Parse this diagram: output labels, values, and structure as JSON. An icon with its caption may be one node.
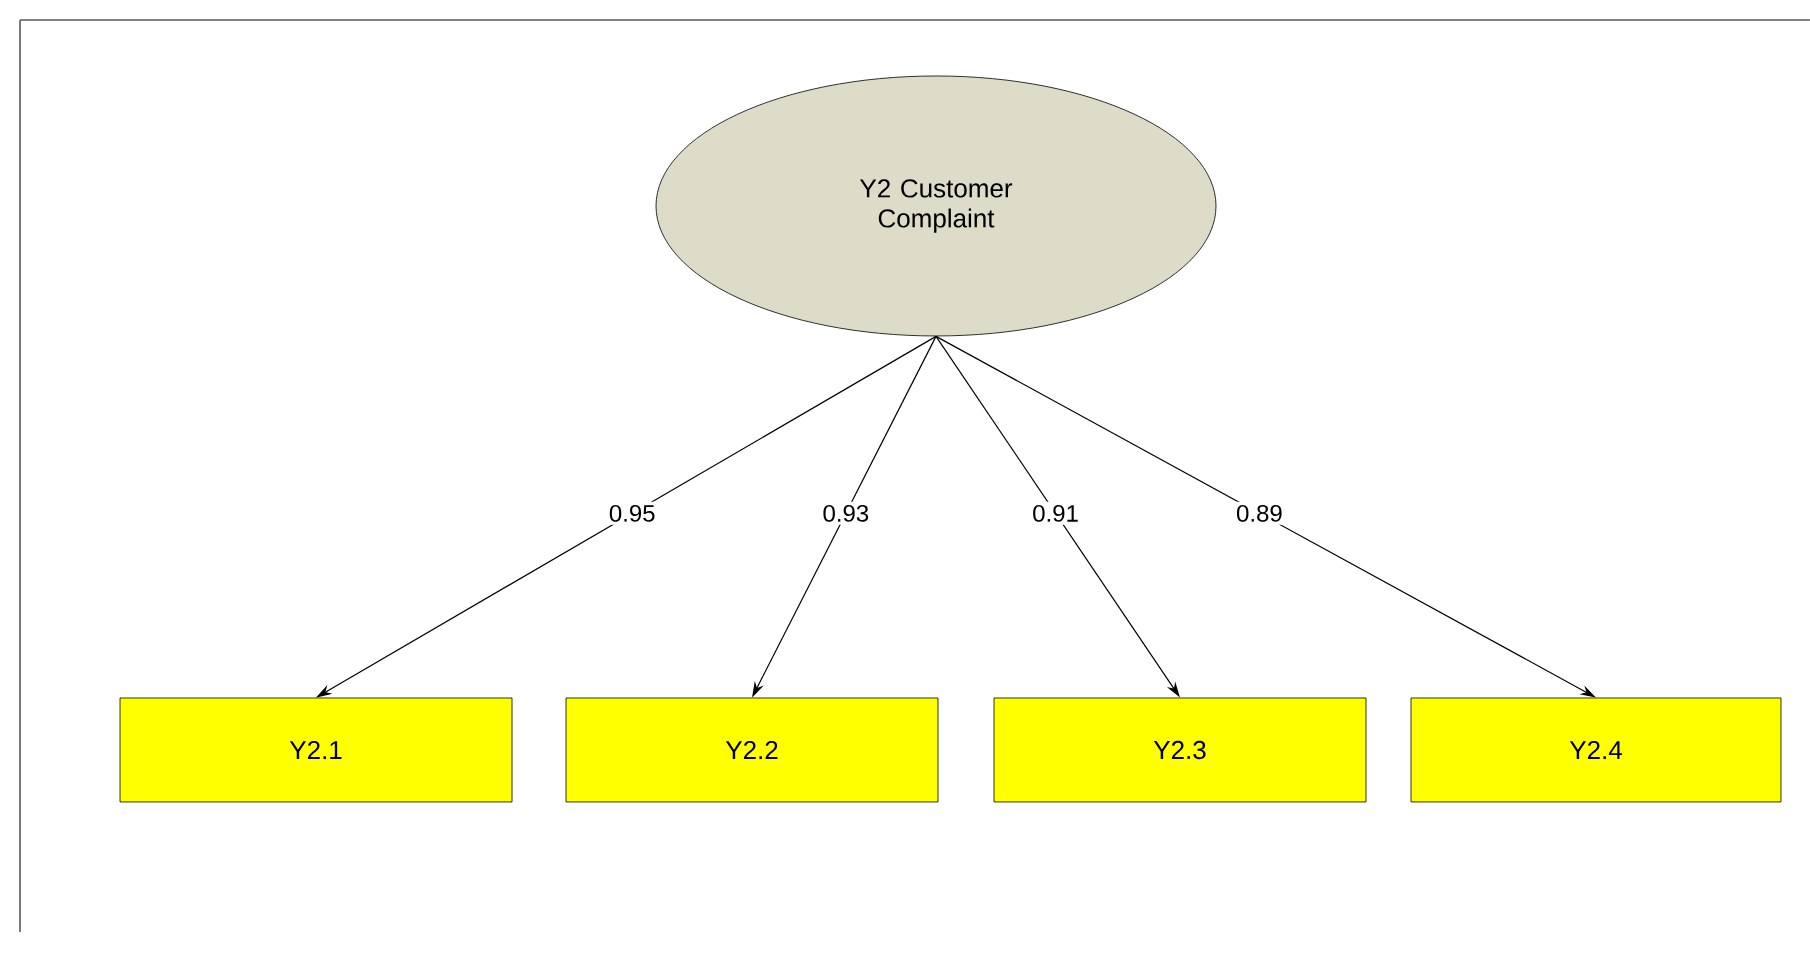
{
  "diagram": {
    "nodes": [
      {
        "text": [
          "Y2 Customer Complaint"
        ]
      },
      {
        "text": [
          "Y2.1"
        ]
      },
      {
        "text": [
          "Y2.2"
        ]
      },
      {
        "text": [
          "Y2.3"
        ]
      },
      {
        "text": [
          "Y2.4"
        ]
      }
    ],
    "edges": [
      {
        "from": 0,
        "to": 1,
        "arrow": "to",
        "label": "0.95"
      },
      {
        "from": 0,
        "to": 2,
        "arrow": "to",
        "label": "0.93"
      },
      {
        "from": 0,
        "to": 3,
        "arrow": "to",
        "label": "0.91"
      },
      {
        "from": 0,
        "to": 4,
        "arrow": "to",
        "label": "0.89"
      }
    ]
  }
}
